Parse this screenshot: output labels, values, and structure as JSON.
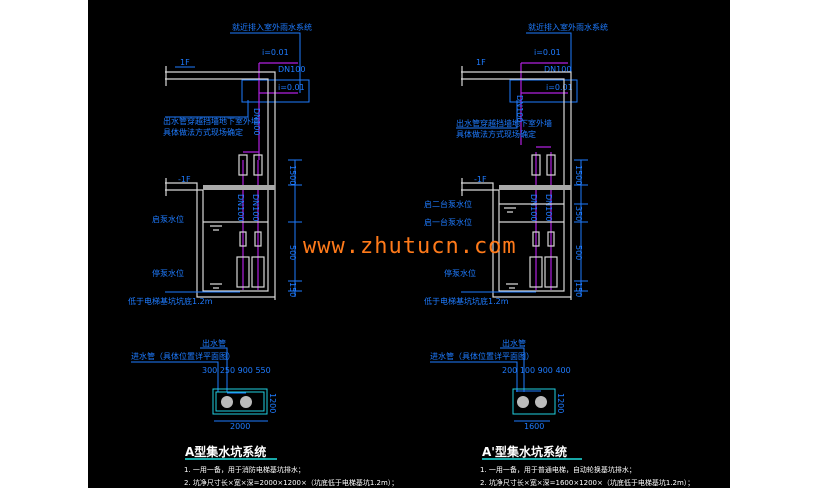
{
  "watermark": "www.zhutucn.com",
  "colors": {
    "background": "#000000",
    "annotation": "#1e7bff",
    "pipe": "#b020e0",
    "wall": "#d8d8d8",
    "watermark": "#ff7a1a"
  },
  "type_a": {
    "discharge_label": "就近排入室外雨水系统",
    "slope_top": "i=0.01",
    "slope_box": "i=0.01",
    "pipe_h": "DN100",
    "pipe_v": "DN100",
    "wall_note_1": "出水管穿越挡墙地下室外墙",
    "wall_note_2": "具体做法方式现场确定",
    "level_1f": "1F",
    "level_b1": "-1F",
    "riser_1": "DN100",
    "riser_2": "DN100",
    "start_level": "启泵水位",
    "stop_level": "停泵水位",
    "pit_bottom": "低于电梯基坑坑底1.2m",
    "dims": [
      "1500",
      "500",
      "150"
    ],
    "plan_outlet": "出水管",
    "plan_inlet": "进水管（具体位置详平面图）",
    "plan_dims_top": "300 250 900 550",
    "plan_width": "2000",
    "plan_depth": "1200",
    "title": "A型集水坑系统",
    "note_1": "1. 一用一备，用于消防电梯基坑排水；",
    "note_2": "2. 坑净尺寸长×宽×深=2000×1200×（坑底低于电梯基坑1.2m）；"
  },
  "type_a_prime": {
    "discharge_label": "就近排入室外雨水系统",
    "slope_top": "i=0.01",
    "slope_box": "i=0.01",
    "pipe_h": "DN100",
    "pipe_v": "DN100",
    "wall_note_1": "出水管穿越挡墙地下室外墙",
    "wall_note_2": "具体做法方式现场确定",
    "level_1f": "1F",
    "level_b1": "-1F",
    "riser_1": "DN100",
    "riser_2": "DN100",
    "start_two_level": "启二台泵水位",
    "start_one_level": "启一台泵水位",
    "stop_level": "停泵水位",
    "pit_bottom": "低于电梯基坑坑底1.2m",
    "dims": [
      "1500",
      "350",
      "500",
      "150"
    ],
    "plan_outlet": "出水管",
    "plan_inlet": "进水管（具体位置详平面图）",
    "plan_dims_top": "200 100 900 400",
    "plan_width": "1600",
    "plan_depth": "1200",
    "title": "A'型集水坑系统",
    "note_1": "1. 一用一备，用于普通电梯，自动轮换基坑排水；",
    "note_2": "2. 坑净尺寸长×宽×深=1600×1200×（坑底低于电梯基坑1.2m）；"
  }
}
